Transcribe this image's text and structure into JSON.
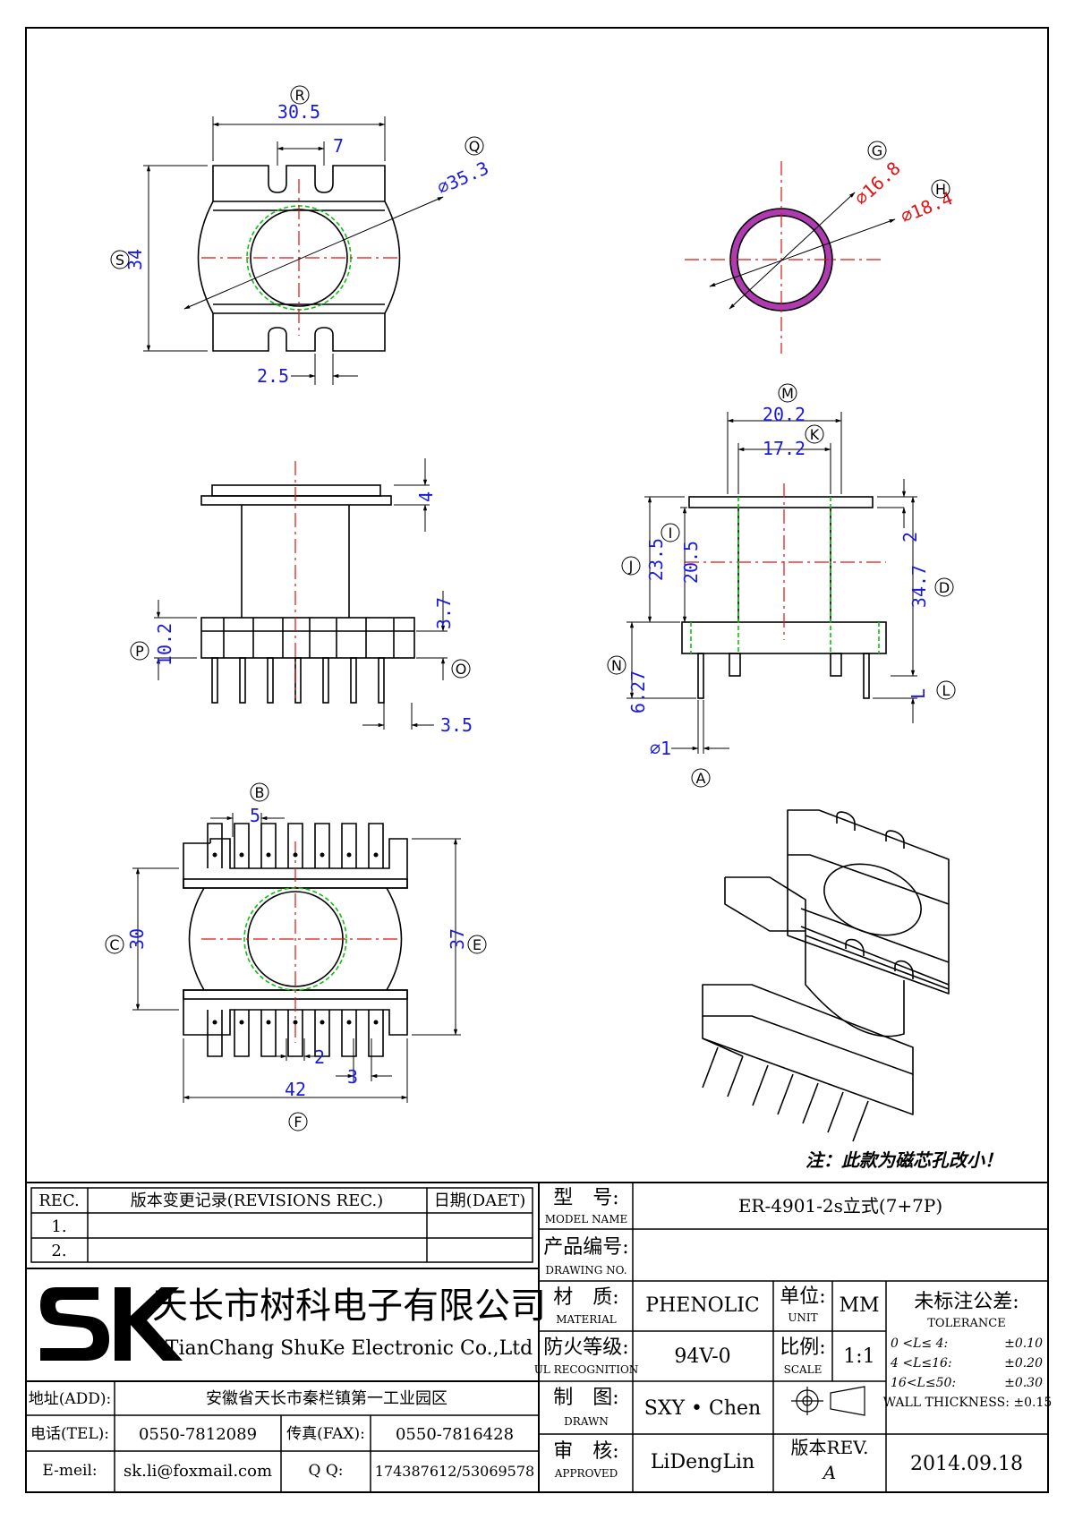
{
  "drawing": {
    "labels": {
      "R": "R",
      "Q": "Q",
      "S": "S",
      "G": "G",
      "H": "H",
      "M": "M",
      "K": "K",
      "I": "I",
      "J": "J",
      "D": "D",
      "P": "P",
      "O": "O",
      "N": "N",
      "L": "L",
      "A": "A",
      "B": "B",
      "C": "C",
      "E": "E",
      "F": "F"
    },
    "dimensions": {
      "top_width": "30.5",
      "top_slot": "7",
      "top_diameter": "⌀35.3",
      "top_height": "34",
      "top_pin_gap": "2.5",
      "hole_inner": "⌀16.8",
      "hole_outer": "⌀18.4",
      "side_flange": "4",
      "side_base_step": "3.7",
      "side_base_height": "10.2",
      "side_pin_pitch": "3.5",
      "sec_outer": "20.2",
      "sec_inner": "17.2",
      "sec_23_5": "23.5",
      "sec_20_5": "20.5",
      "sec_2": "2",
      "sec_34_7": "34.7",
      "sec_6_27": "6.27",
      "sec_L": "L",
      "sec_pin_dia": "⌀1",
      "bot_pitch": "5",
      "bot_height_30": "30",
      "bot_height_37": "37",
      "bot_2": "2",
      "bot_3": "3",
      "bot_width": "42"
    },
    "note": "注：此款为磁芯孔改小！"
  },
  "title_block": {
    "rev_header": "REC.",
    "rev_records_header": "版本变更记录(REVISIONS REC.)",
    "date_header": "日期(DAET)",
    "rev_rows": [
      "1.",
      "2."
    ],
    "company_name_cn": "天长市树科电子有限公司",
    "company_name_en": "TianChang ShuKe Electronic Co.,Ltd",
    "address_label": "地址(ADD):",
    "address_value": "安徽省天长市秦栏镇第一工业园区",
    "tel_label": "电话(TEL):",
    "tel_value": "0550-7812089",
    "fax_label": "传真(FAX):",
    "fax_value": "0550-7816428",
    "email_label": "E-meil:",
    "email_value": "sk.li@foxmail.com",
    "qq_label": "Q Q:",
    "qq_value": "174387612/53069578",
    "model_label_cn": "型　号:",
    "model_label_en": "MODEL NAME",
    "model_value": "ER-4901-2s立式(7+7P)",
    "drawing_no_label_cn": "产品编号:",
    "drawing_no_label_en": "DRAWING NO.",
    "material_label_cn": "材　质:",
    "material_label_en": "MATERIAL",
    "material_value": "PHENOLIC",
    "unit_label_cn": "单位:",
    "unit_label_en": "UNIT",
    "unit_value": "MM",
    "tolerance_label_cn": "未标注公差:",
    "tolerance_label_en": "TOLERANCE",
    "tolerance_rows": [
      {
        "range": "0 <L≤ 4:",
        "value": "±0.10"
      },
      {
        "range": "4 <L≤16:",
        "value": "±0.20"
      },
      {
        "range": "16<L≤50:",
        "value": "±0.30"
      }
    ],
    "wall_thickness": "WALL THICKNESS: ±0.15",
    "ul_label_cn": "防火等级:",
    "ul_label_en": "UL RECOGNITION",
    "ul_value": "94V-0",
    "scale_label_cn": "比例:",
    "scale_label_en": "SCALE",
    "scale_value": "1:1",
    "drawn_label_cn": "制　图:",
    "drawn_label_en": "DRAWN",
    "drawn_value": "SXY • Chen",
    "approved_label_cn": "审　核:",
    "approved_label_en": "APPROVED",
    "approved_value": "LiDengLin",
    "rev_label": "版本REV.",
    "rev_value": "A",
    "date_value": "2014.09.18"
  },
  "colors": {
    "dimension": "#1a1adf",
    "centerline": "#e01010",
    "hidden": "#10c010",
    "hatch": "#b03ab0"
  }
}
